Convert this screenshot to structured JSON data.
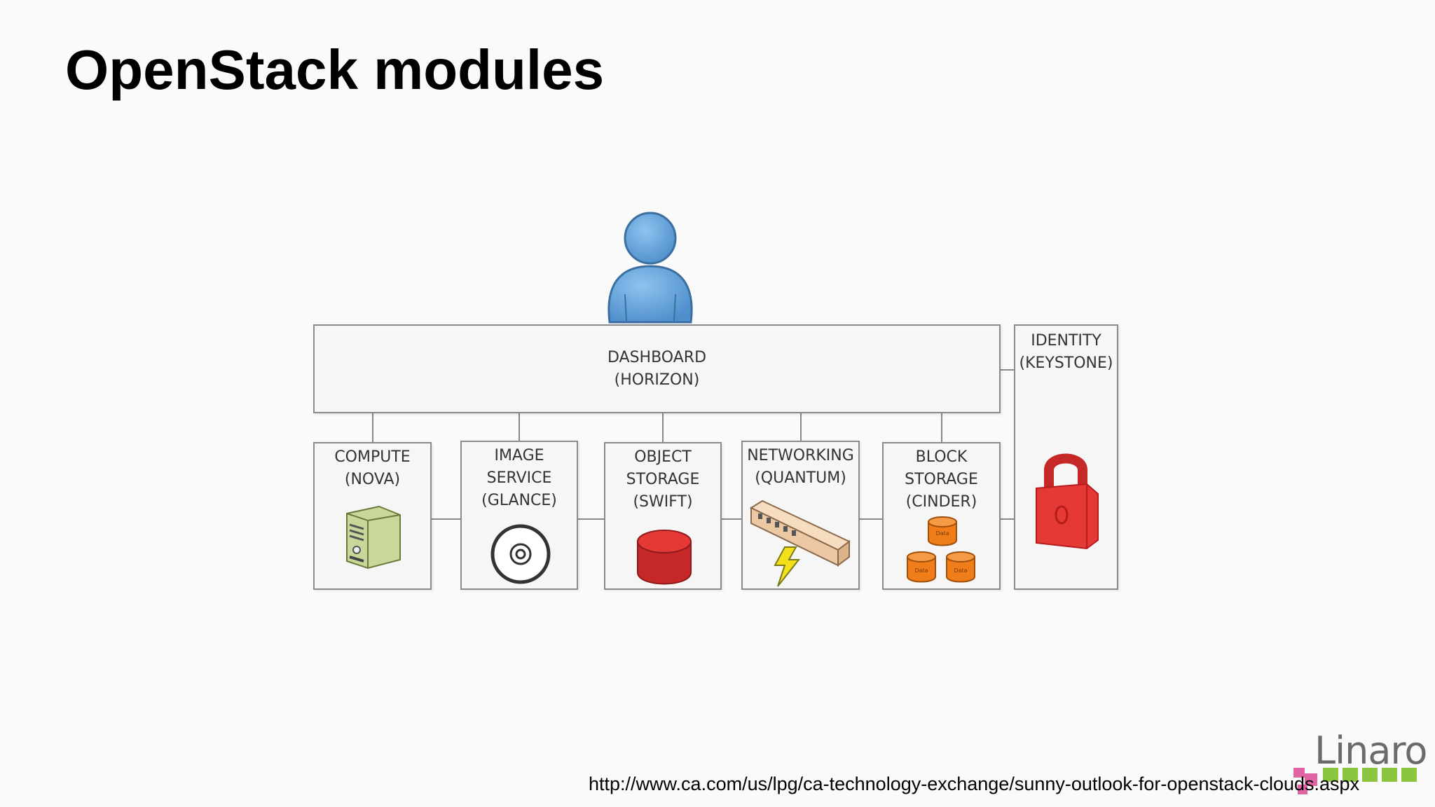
{
  "slide": {
    "title": "OpenStack modules",
    "source_url": "http://www.ca.com/us/lpg/ca-technology-exchange/sunny-outlook-for-openstack-clouds.aspx"
  },
  "diagram": {
    "user_icon": "user-icon",
    "dashboard": {
      "label": "DASHBOARD\n(HORIZON)"
    },
    "identity": {
      "label": "IDENTITY\n(KEYSTONE)",
      "icon": "padlock-icon"
    },
    "modules": [
      {
        "id": "compute",
        "label": "COMPUTE\n(NOVA)",
        "icon": "server-icon"
      },
      {
        "id": "image",
        "label": "IMAGE\nSERVICE\n(GLANCE)",
        "icon": "disc-icon"
      },
      {
        "id": "object",
        "label": "OBJECT\nSTORAGE\n(SWIFT)",
        "icon": "cylinder-icon"
      },
      {
        "id": "networking",
        "label": "NETWORKING\n(QUANTUM)",
        "icon": "network-switch-icon"
      },
      {
        "id": "block",
        "label": "BLOCK\nSTORAGE\n(CINDER)",
        "icon": "data-stack-icon"
      }
    ],
    "data_tag": "Data"
  },
  "logo": {
    "brand": "Linaro"
  },
  "colors": {
    "user": "#5b9bd5",
    "lock": "#e53935",
    "cylinder": "#c62828",
    "data": "#ef7d1a",
    "server": "#b5c98a",
    "logo_green": "#8cc63f",
    "logo_pink": "#d63384"
  }
}
